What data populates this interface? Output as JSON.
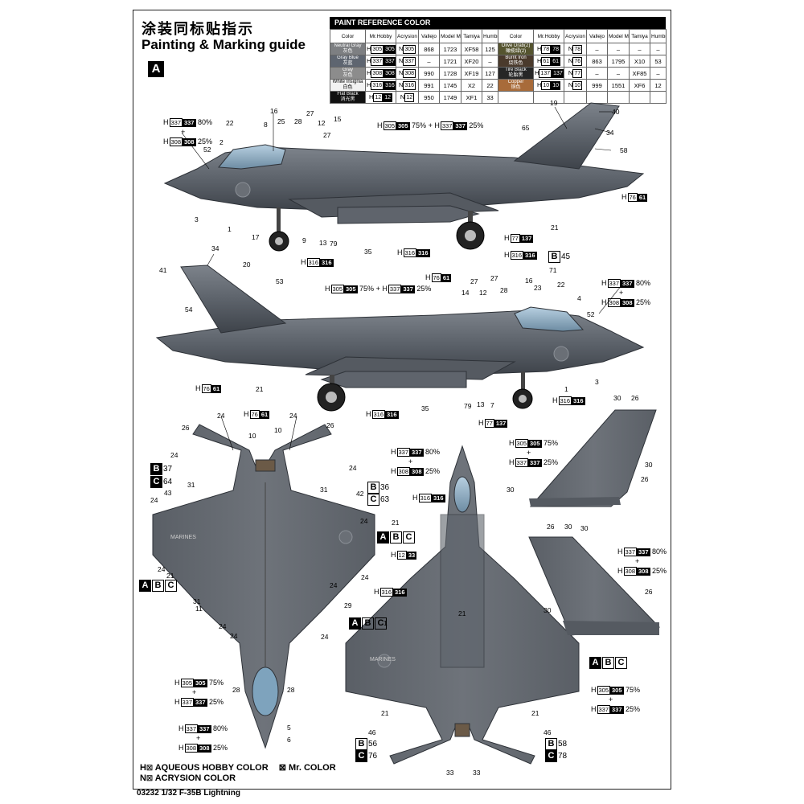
{
  "header": {
    "title_cn": "涂装同标贴指示",
    "title_en": "Painting & Marking guide",
    "sheet_letter": "A"
  },
  "reference": {
    "title": "PAINT  REFERENCE COLOR",
    "columns": [
      "Color",
      "Mr.Hobby",
      "Acrysion",
      "Vallejo",
      "Model Master",
      "Tamiya",
      "Humbrol"
    ],
    "left": [
      {
        "name": "Neutral Gray",
        "cn": "灰色",
        "swatch": "#7d7f82",
        "h": "305",
        "n": "305",
        "vallejo": "868",
        "mm": "1723",
        "tamiya": "XF58",
        "humbrol": "125"
      },
      {
        "name": "Gray Blue",
        "cn": "灰蓝",
        "swatch": "#5e6570",
        "h": "337",
        "n": "337",
        "vallejo": "–",
        "mm": "1721",
        "tamiya": "XF20",
        "humbrol": "–"
      },
      {
        "name": "Gray",
        "cn": "灰色",
        "swatch": "#8c8c8c",
        "h": "308",
        "n": "308",
        "vallejo": "990",
        "mm": "1728",
        "tamiya": "XF19",
        "humbrol": "127"
      },
      {
        "name": "White Insignia",
        "cn": "白色",
        "swatch": "#f2f2f2",
        "h": "316",
        "n": "316",
        "vallejo": "991",
        "mm": "1745",
        "tamiya": "X2",
        "humbrol": "22"
      },
      {
        "name": "Flat Black",
        "cn": "消光黑",
        "swatch": "#111111",
        "h": "12",
        "n": "12",
        "vallejo": "950",
        "mm": "1749",
        "tamiya": "XF1",
        "humbrol": "33"
      }
    ],
    "right": [
      {
        "name": "Olive Drab(2)",
        "cn": "橄榄绿(2)",
        "swatch": "#55542f",
        "h": "78",
        "n": "78",
        "vallejo": "–",
        "mm": "–",
        "tamiya": "–",
        "humbrol": "–"
      },
      {
        "name": "Burnt Iron",
        "cn": "烧铁色",
        "swatch": "#4a3a2c",
        "h": "61",
        "n": "76",
        "vallejo": "863",
        "mm": "1795",
        "tamiya": "X10",
        "humbrol": "53"
      },
      {
        "name": "Tire Black",
        "cn": "轮胎黑",
        "swatch": "#262626",
        "h": "137",
        "n": "77",
        "vallejo": "–",
        "mm": "–",
        "tamiya": "XF85",
        "humbrol": "–"
      },
      {
        "name": "Copper",
        "cn": "铜色",
        "swatch": "#a86b3a",
        "h": "10",
        "n": "10",
        "vallejo": "999",
        "mm": "1551",
        "tamiya": "XF6",
        "humbrol": "12"
      }
    ]
  },
  "callouts": {
    "mix_337_308": {
      "h": "H",
      "a": "337",
      "a_pct": "80%",
      "plus": "+",
      "b": "308",
      "b_pct": "25%"
    },
    "mix_305_337": {
      "h": "H",
      "a": "305",
      "a_pct": "75%",
      "plus": "+",
      "b": "337",
      "b_pct": "25%"
    },
    "h76_61": {
      "h": "H",
      "a": "76",
      "b": "61"
    },
    "h77_137": {
      "h": "H",
      "a": "77",
      "b": "137"
    },
    "h316": {
      "h": "H",
      "a": "316",
      "b": "316"
    },
    "h12_33": {
      "h": "H",
      "a": "12",
      "b": "33"
    }
  },
  "variants": {
    "b45": {
      "l": "B",
      "n": "45"
    },
    "b37": {
      "l": "B",
      "n": "37"
    },
    "c64": {
      "l": "C",
      "n": "64"
    },
    "b36": {
      "l": "B",
      "n": "36"
    },
    "c63": {
      "l": "C",
      "n": "63"
    },
    "b56": {
      "l": "B",
      "n": "56"
    },
    "c76": {
      "l": "C",
      "n": "76"
    },
    "b58": {
      "l": "B",
      "n": "58"
    },
    "c78": {
      "l": "C",
      "n": "78"
    },
    "abc": [
      "A",
      "B",
      "C"
    ]
  },
  "numbers": {
    "side1": [
      "16",
      "27",
      "15",
      "12",
      "27",
      "8",
      "25",
      "28",
      "22",
      "2",
      "52",
      "3",
      "1",
      "17",
      "9",
      "13",
      "79",
      "35",
      "19",
      "40",
      "34",
      "65",
      "58",
      "21"
    ],
    "side2": [
      "34",
      "20",
      "41",
      "53",
      "54",
      "71",
      "27",
      "27",
      "14",
      "12",
      "28",
      "16",
      "23",
      "22",
      "4",
      "52",
      "3",
      "1",
      "7",
      "13",
      "79",
      "35",
      "21"
    ],
    "bottom": [
      "24",
      "24",
      "26",
      "26",
      "10",
      "10",
      "24",
      "24",
      "24",
      "24",
      "31",
      "31",
      "43",
      "42",
      "24",
      "24",
      "21",
      "21",
      "31",
      "24",
      "24",
      "29",
      "11",
      "24",
      "24",
      "28",
      "28",
      "5",
      "6"
    ],
    "top": [
      "1",
      "21",
      "21",
      "46",
      "46",
      "33",
      "33",
      "21"
    ],
    "tails": [
      "30",
      "26",
      "30",
      "26",
      "30",
      "26",
      "30",
      "26",
      "30",
      "30"
    ]
  },
  "marking_text": {
    "marines": "MARINES"
  },
  "legend": {
    "h_label": "AQUEOUS HOBBY COLOR",
    "mr_label": "Mr. COLOR",
    "n_label": "ACRYSION COLOR",
    "h_prefix": "H",
    "n_prefix": "N"
  },
  "footer": "03232 1/32  F-35B Lightning",
  "colors": {
    "airframe": "#5b6068",
    "airframe_light": "#7a7f86",
    "canopy": "#8ea7b8",
    "panel": "#4b5058"
  }
}
